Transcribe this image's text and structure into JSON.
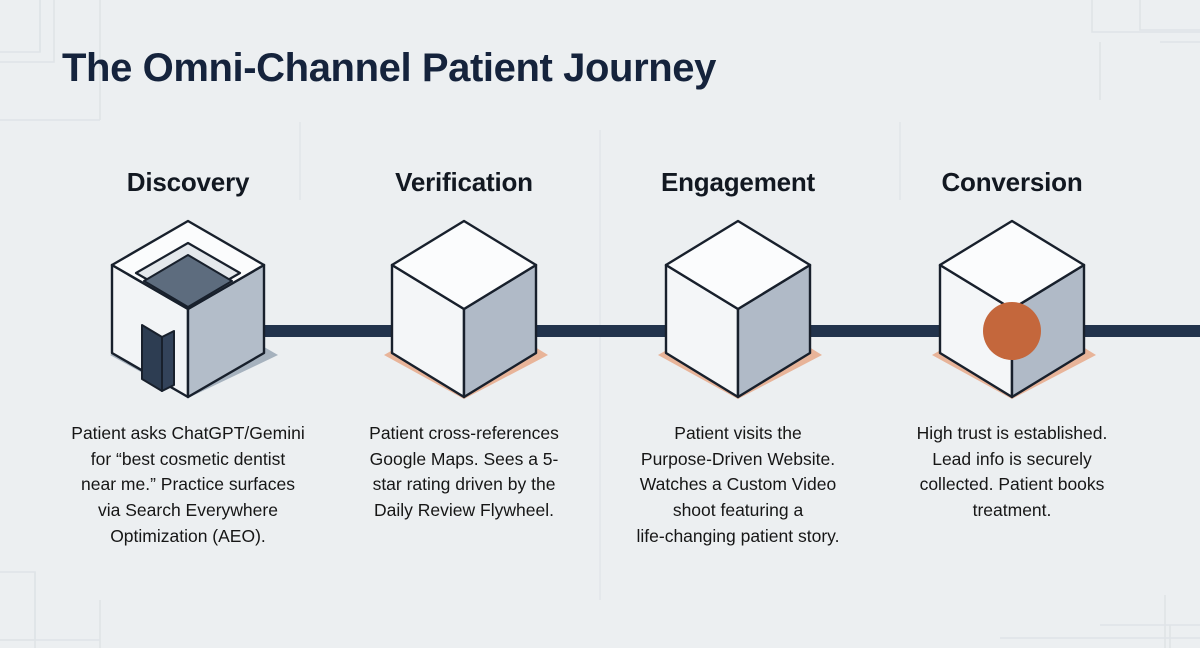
{
  "page": {
    "title": "The Omni-Channel Patient Journey",
    "background_color": "#eceff1",
    "title_color": "#15233c",
    "connector_color": "#22334c",
    "accent_color": "#c4673c"
  },
  "diagram": {
    "type": "horizontal-process-flow",
    "connector_label": "process-connector-rail",
    "stages": [
      {
        "label": "Discovery",
        "icon": "open-box-with-doorway-icon",
        "shadow_color": "#9aa7b5",
        "caption": "Patient asks ChatGPT/Gemini\nfor “best cosmetic dentist\nnear me.” Practice surfaces\nvia Search Everywhere\nOptimization (AEO)."
      },
      {
        "label": "Verification",
        "icon": "isometric-cube-icon",
        "shadow_color": "#e8b093",
        "caption": "Patient cross-references\nGoogle Maps. Sees a 5-\nstar rating driven by the\nDaily Review Flywheel."
      },
      {
        "label": "Engagement",
        "icon": "isometric-cube-icon",
        "shadow_color": "#e8b093",
        "caption": "Patient visits the\nPurpose-Driven Website.\nWatches a Custom Video\nshoot featuring a\nlife-changing patient story."
      },
      {
        "label": "Conversion",
        "icon": "isometric-cube-with-node-icon",
        "shadow_color": "#e8b093",
        "caption": "High trust is established.\nLead info is securely\ncollected. Patient books\ntreatment."
      }
    ]
  }
}
